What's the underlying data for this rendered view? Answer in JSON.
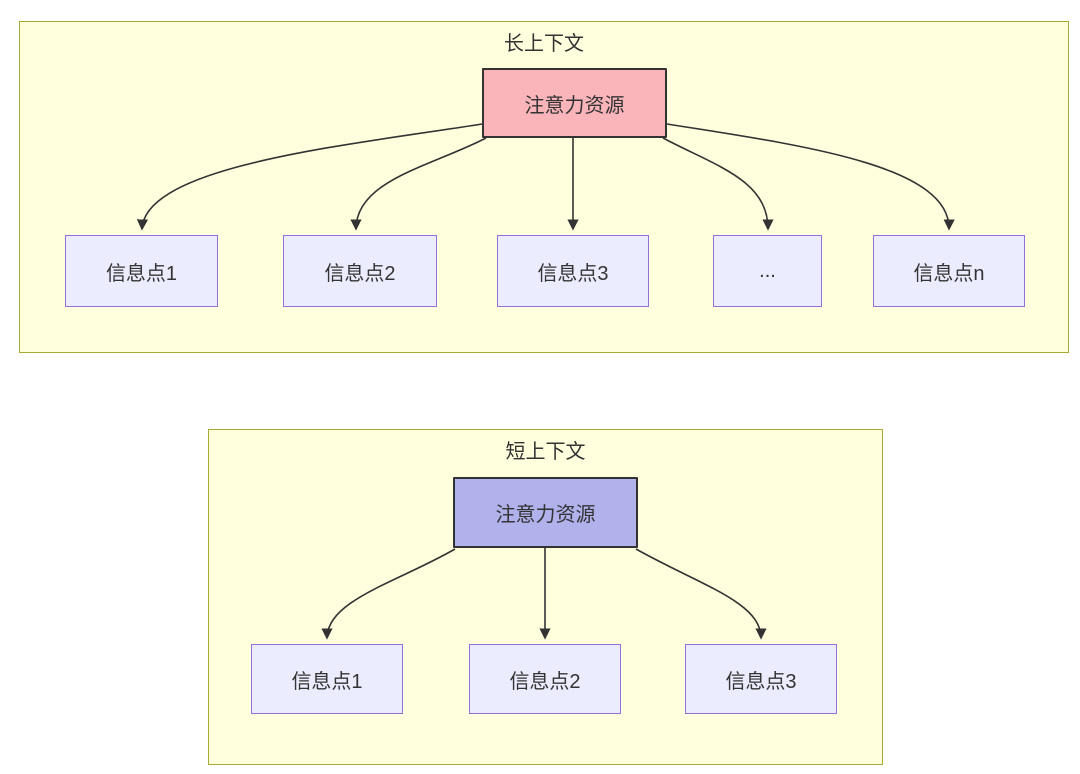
{
  "diagram": {
    "clusters": [
      {
        "title": "长上下文",
        "source_label": "注意力资源",
        "children": [
          "信息点1",
          "信息点2",
          "信息点3",
          "...",
          "信息点n"
        ]
      },
      {
        "title": "短上下文",
        "source_label": "注意力资源",
        "children": [
          "信息点1",
          "信息点2",
          "信息点3"
        ]
      }
    ],
    "colors": {
      "cluster_fill": "#ffffde",
      "cluster_border": "#aaaa33",
      "source_long_fill": "#fab5bb",
      "source_short_fill": "#b1b1ec",
      "node_fill": "#ECECFF",
      "node_border": "#9370DB",
      "box_border_dark": "#333333",
      "arrow": "#333333",
      "text": "#333333"
    }
  }
}
